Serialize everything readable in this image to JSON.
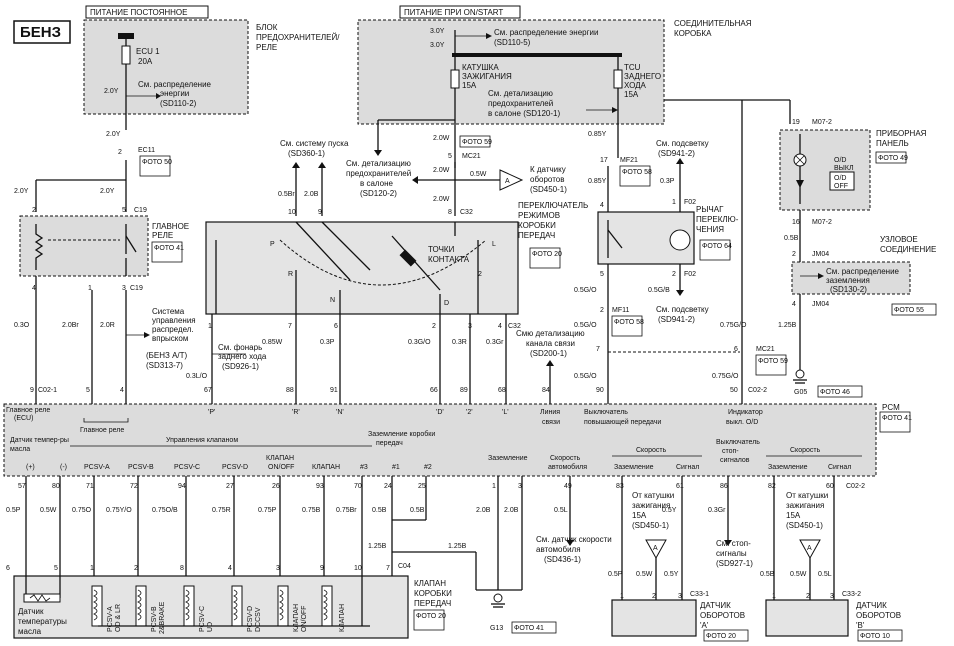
{
  "title": "БЕНЗ",
  "header": {
    "power_const": "ПИТАНИЕ ПОСТОЯННОЕ",
    "power_on": "ПИТАНИЕ ПРИ ON/START"
  },
  "fuse_block": {
    "label_1": "БЛОК",
    "label_2": "ПРЕДОХРАНИТЕЛЕЙ/",
    "label_3": "РЕЛЕ",
    "ecu1": "ECU 1",
    "ecu1_amp": "20A",
    "energy_ref_1": "См. распределение",
    "energy_ref_2": "энергии",
    "energy_ref_3": "(SD110-2)"
  },
  "junction_box": {
    "label_1": "СОЕДИНИТЕЛЬНАЯ",
    "label_2": "КОРОБКА",
    "energy_ref_1": "См. распределение энергии",
    "energy_ref_2": "(SD110-5)",
    "coil_1": "КАТУШКА",
    "coil_2": "ЗАЖИГАНИЯ",
    "coil_3": "15A",
    "tcu_1": "TCU",
    "tcu_2": "ЗАДНЕГО",
    "tcu_3": "ХОДА",
    "tcu_4": "15A",
    "detail_1": "См. детализацию",
    "detail_2": "предохранителей",
    "detail_3": "в салоне (SD120-1)"
  },
  "wires": {
    "v30y_a": "3.0Y",
    "v30y_b": "3.0Y",
    "v20y_a": "2.0Y",
    "v20y_b": "2.0Y",
    "v20y_c": "2.0Y",
    "v20y_d": "2.0Y",
    "v20w_a": "2.0W",
    "v20w_b": "2.0W",
    "v20w_c": "2.0W",
    "v05w": "0.5W",
    "v085w": "0.85W",
    "v085y_a": "0.85Y",
    "v085y_b": "0.85Y",
    "v05br": "0.5Br",
    "v20b": "2.0B",
    "v03o": "0.3O",
    "v20br": "2.0Br",
    "v20r": "2.0R",
    "v03lo": "0.3L/O",
    "v03p_a": "0.3P",
    "v03p_b": "0.3P",
    "v03go": "0.3G/O",
    "v03r": "0.3R",
    "v03gr": "0.3Gr",
    "v05gb": "0.5G/B",
    "v05go_a": "0.5G/O",
    "v05go_b": "0.5G/O",
    "v05go_c": "0.5G/O",
    "v075go_a": "0.75G/O",
    "v075go_b": "0.75G/O",
    "v05b_a": "0.5B",
    "v05b_b": "0.5B",
    "v125b_a": "1.25B",
    "v125b_b": "1.25B",
    "v125b_c": "1.25B"
  },
  "connectors": {
    "ec11": "EC11",
    "mc21": "MC21",
    "c19_a": "C19",
    "c19_b": "C19",
    "c32_a": "C32",
    "c32_b": "C32",
    "c02_1": "C02-1",
    "c02_2": "C02-2",
    "c04": "C04",
    "mf21": "MF21",
    "f02_a": "F02",
    "f02_b": "F02",
    "mf11": "MF11",
    "m07_a": "M07-2",
    "m07_b": "M07-2",
    "jm04_a": "JM04",
    "jm04_b": "JM04",
    "mc21b": "MC21",
    "c33_1": "C33-1",
    "c33_2": "C33-2",
    "g13": "G13",
    "g05": "G05"
  },
  "photos": {
    "p50": "ФОТО 50",
    "p41a": "ФОТО 41",
    "p59a": "ФОТО 59",
    "p58a": "ФОТО 58",
    "p20a": "ФОТО 20",
    "p64": "ФОТО 64",
    "p58b": "ФОТО 58",
    "p59b": "ФОТО 59",
    "p49": "ФОТО 49",
    "p55": "ФОТО 55",
    "p46": "ФОТО 46",
    "p41b": "ФОТО 41",
    "p20b": "ФОТО 20",
    "p41c": "ФОТО 41",
    "p20c": "ФОТО 20",
    "p10": "ФОТО 10"
  },
  "labels": {
    "main_relay_1": "ГЛАВНОЕ",
    "main_relay_2": "РЕЛЕ",
    "start_sys_1": "См. систему пуска",
    "start_sys_2": "(SD360-1)",
    "fuse_detail_1": "См. детализацию",
    "fuse_detail_2": "предохранителей",
    "fuse_detail_3": "в салоне",
    "fuse_detail_4": "(SD120-2)",
    "rpm_sensor_1": "К датчику",
    "rpm_sensor_2": "оборотов",
    "rpm_sensor_3": "(SD450-1)",
    "contacts_1": "ТОЧКИ",
    "contacts_2": "КОНТАКТА",
    "mode_switch_1": "ПЕРЕКЛЮЧАТЕЛЬ",
    "mode_switch_2": "РЕЖИМОВ",
    "mode_switch_3": "КОРОБКИ",
    "mode_switch_4": "ПЕРЕДАЧ",
    "backlight_1": "См. подсветку",
    "backlight_2": "(SD941-2)",
    "backlight_3": "См. подсветку",
    "backlight_4": "(SD941-2)",
    "lever_1": "РЫЧАГ",
    "lever_2": "ПЕРЕКЛЮ-",
    "lever_3": "ЧЕНИЯ",
    "panel_1": "ПРИБОРНАЯ",
    "panel_2": "ПАНЕЛЬ",
    "od_1": "O/D",
    "od_2": "ВЫКЛ",
    "od_3": "O/D",
    "od_4": "OFF",
    "node_1": "УЗЛОВОЕ",
    "node_2": "СОЕДИНЕНИЕ",
    "ground_ref_1": "См. распределение",
    "ground_ref_2": "заземления",
    "ground_ref_3": "(SD130-2)",
    "injection_1": "Система",
    "injection_2": "управления",
    "injection_3": "распредел.",
    "injection_4": "впрыском",
    "injection_5": "(БЕНЗ A/T)",
    "injection_6": "(SD313-7)",
    "reverse_1": "См. фонарь",
    "reverse_2": "заднего хода",
    "reverse_3": "(SD926-1)",
    "comm_1": "Смю детализацию",
    "comm_2": "канала связи",
    "comm_3": "(SD200-1)",
    "pcm": "PCM",
    "speed_ref_1": "См. датчик скорости",
    "speed_ref_2": "автомобиля",
    "speed_ref_3": "(SD436-1)",
    "coil_a_1": "От катушки",
    "coil_a_2": "зажигания",
    "coil_a_3": "15A",
    "coil_a_4": "(SD450-1)",
    "coil_b_1": "От катушки",
    "coil_b_2": "зажигания",
    "coil_b_3": "15A",
    "coil_b_4": "(SD450-1)",
    "stop_1": "См. стоп-",
    "stop_2": "сигналы",
    "stop_3": "(SD927-1)",
    "sensor_a_1": "ДАТЧИК",
    "sensor_a_2": "ОБОРОТОВ",
    "sensor_a_3": "'A'",
    "sensor_b_1": "ДАТЧИК",
    "sensor_b_2": "ОБОРОТОВ",
    "sensor_b_3": "'B'",
    "valve_1": "КЛАПАН",
    "valve_2": "КОРОБКИ",
    "valve_3": "ПЕРЕДАЧ",
    "oil_temp_1": "Датчик",
    "oil_temp_2": "температуры",
    "oil_temp_3": "масла"
  },
  "pcm_row1": {
    "main_relay_ecu": "Главное реле",
    "main_relay_ecu2": "(ECU)",
    "main_relay": "Главное реле",
    "p": "'P'",
    "r": "'R'",
    "n": "'N'",
    "d": "'D'",
    "two": "'2'",
    "l": "'L'",
    "line_1": "Линия",
    "line_2": "связи",
    "upshift_1": "Выключатель",
    "upshift_2": "повышающей передачи",
    "od_ind_1": "Индикатор",
    "od_ind_2": "выкл. O/D"
  },
  "pcm_row2": {
    "oil_temp_1": "Датчик темпер-ры",
    "oil_temp_2": "масла",
    "valves": "Управления клапаном",
    "gnd_box_1": "Заземление коробки",
    "gnd_box_2": "передач",
    "gnd": "Заземление",
    "speed_1": "Скорость",
    "speed_2": "автомобиля",
    "speed_a": "Скорость",
    "gnd_a": "Заземление",
    "sig_a": "Сигнал",
    "stop_sw_1": "Выключатель",
    "stop_sw_2": "стоп-",
    "stop_sw_3": "сигналов",
    "speed_b": "Скорость",
    "gnd_b": "Заземление",
    "sig_b": "Сигнал",
    "plus": "(+)",
    "minus": "(-)",
    "pcsva": "PCSV-A",
    "pcsvb": "PCSV-B",
    "pcsvc": "PCSV-C",
    "pcsvd": "PCSV-D",
    "valve_onoff_1": "КЛАПАН",
    "valve_onoff_2": "ON/OFF",
    "valve": "КЛАПАН",
    "n3": "#3",
    "n1": "#1",
    "n2": "#2"
  },
  "pins_top": {
    "p9": "9",
    "p5": "5",
    "p4": "4",
    "p67": "67",
    "p88": "88",
    "p91": "91",
    "p66": "66",
    "p89": "89",
    "p68": "68",
    "p84": "84",
    "p90": "90",
    "p50": "50"
  },
  "pins_bottom": {
    "p57": "57",
    "p80": "80",
    "p71": "71",
    "p72": "72",
    "p94": "94",
    "p27": "27",
    "p26": "26",
    "p93": "93",
    "p70": "70",
    "p24": "24",
    "p25": "25",
    "p1": "1",
    "p3": "3",
    "p49": "49",
    "p83": "83",
    "p61": "61",
    "p86": "86",
    "p82": "82",
    "p60": "60"
  },
  "bottom_wires": {
    "w05p": "0.5P",
    "w05w": "0.5W",
    "w075o": "0.75O",
    "w075yo": "0.75Y/O",
    "w075ob": "0.75O/B",
    "w075r": "0.75R",
    "w075p": "0.75P",
    "w075b": "0.75B",
    "w075br": "0.75Br",
    "w05b_a": "0.5B",
    "w05b_b": "0.5B",
    "w20b_a": "2.0B",
    "w20b_b": "2.0B",
    "w05l": "0.5L",
    "w05y": "0.5Y",
    "w03gr": "0.3Gr",
    "w05p_a": "0.5P",
    "w05w_a": "0.5W",
    "w05y_a": "0.5Y",
    "w05b_c": "0.5B",
    "w05w_b": "0.5W",
    "w05l_b": "0.5L"
  },
  "solenoids": {
    "s1_1": "PCSV-A",
    "s1_2": "OD & LR",
    "s2_1": "PCSV-B",
    "s2_2": "2&BRAKE",
    "s3_1": "PCSV-C",
    "s3_2": "UD",
    "s4_1": "PCSV-D",
    "s4_2": "DCCSV",
    "s5_1": "КЛАПАН",
    "s5_2": "ON/OFF",
    "s6_1": "КЛАПАН"
  }
}
